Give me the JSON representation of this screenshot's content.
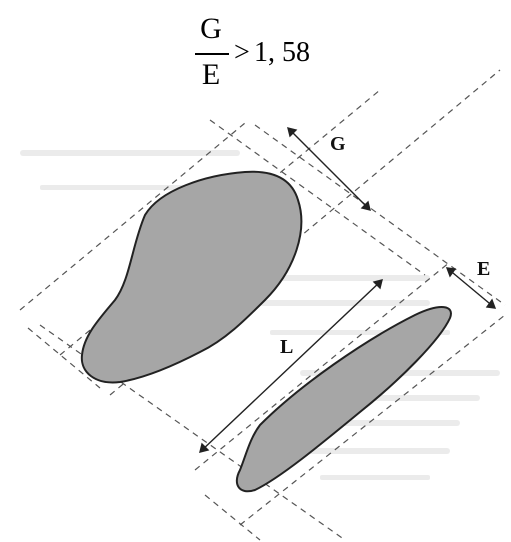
{
  "formula": {
    "numerator": "G",
    "denominator": "E",
    "relation": ">",
    "value": "1, 58"
  },
  "diagram": {
    "labels": {
      "G": "G",
      "E": "E",
      "L": "L"
    },
    "colors": {
      "shape_fill": "#a6a6a6",
      "outline": "#222222",
      "dashed": "#555555"
    }
  }
}
